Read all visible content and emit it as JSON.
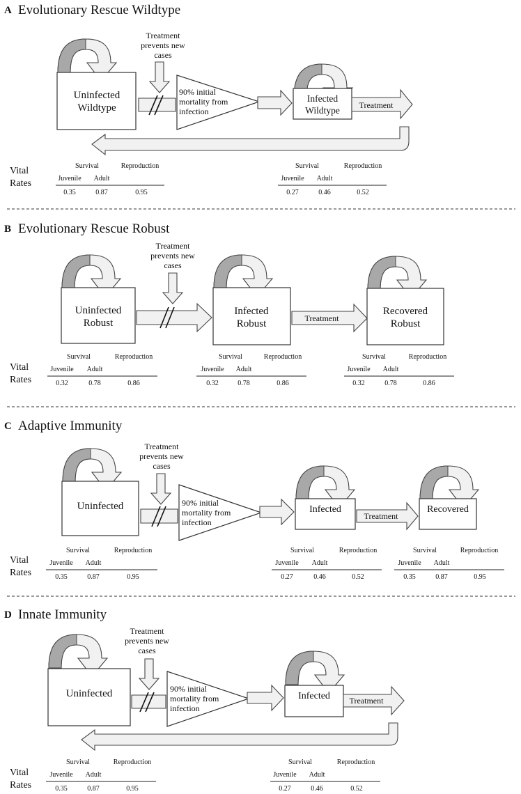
{
  "panels": [
    {
      "letter": "A",
      "title": "Evolutionary Rescue Wildtype",
      "treatment_block": [
        "Treatment",
        "prevents new",
        "cases"
      ],
      "mortality": [
        "90% initial",
        "mortality from",
        "infection"
      ],
      "box1": [
        "Uninfected",
        "Wildtype"
      ],
      "box2": [
        "Infected",
        "Wildtype"
      ],
      "treatment_arrow": "Treatment",
      "rates": [
        {
          "survival": "Survival",
          "reproduction": "Reproduction",
          "juvenile": "Juvenile",
          "adult": "Adult",
          "values": [
            "0.35",
            "0.87",
            "0.95"
          ]
        },
        {
          "survival": "Survival",
          "reproduction": "Reproduction",
          "juvenile": "Juvenile",
          "adult": "Adult",
          "values": [
            "0.27",
            "0.46",
            "0.52"
          ]
        }
      ]
    },
    {
      "letter": "B",
      "title": "Evolutionary Rescue Robust",
      "treatment_block": [
        "Treatment",
        "prevents new",
        "cases"
      ],
      "box1": [
        "Uninfected",
        "Robust"
      ],
      "box2": [
        "Infected",
        "Robust"
      ],
      "box3": [
        "Recovered",
        "Robust"
      ],
      "treatment_arrow": "Treatment",
      "rates": [
        {
          "survival": "Survival",
          "reproduction": "Reproduction",
          "juvenile": "Juvenile",
          "adult": "Adult",
          "values": [
            "0.32",
            "0.78",
            "0.86"
          ]
        },
        {
          "survival": "Survival",
          "reproduction": "Reproduction",
          "juvenile": "Juvenile",
          "adult": "Adult",
          "values": [
            "0.32",
            "0.78",
            "0.86"
          ]
        },
        {
          "survival": "Survival",
          "reproduction": "Reproduction",
          "juvenile": "Juvenile",
          "adult": "Adult",
          "values": [
            "0.32",
            "0.78",
            "0.86"
          ]
        }
      ]
    },
    {
      "letter": "C",
      "title": "Adaptive Immunity",
      "treatment_block": [
        "Treatment",
        "prevents new",
        "cases"
      ],
      "mortality": [
        "90% initial",
        "mortality from",
        "infection"
      ],
      "box1": [
        "Uninfected"
      ],
      "box2": [
        "Infected"
      ],
      "box3": [
        "Recovered"
      ],
      "treatment_arrow": "Treatment",
      "rates": [
        {
          "survival": "Survival",
          "reproduction": "Reproduction",
          "juvenile": "Juvenile",
          "adult": "Adult",
          "values": [
            "0.35",
            "0.87",
            "0.95"
          ]
        },
        {
          "survival": "Survival",
          "reproduction": "Reproduction",
          "juvenile": "Juvenile",
          "adult": "Adult",
          "values": [
            "0.27",
            "0.46",
            "0.52"
          ]
        },
        {
          "survival": "Survival",
          "reproduction": "Reproduction",
          "juvenile": "Juvenile",
          "adult": "Adult",
          "values": [
            "0.35",
            "0.87",
            "0.95"
          ]
        }
      ]
    },
    {
      "letter": "D",
      "title": "Innate Immunity",
      "treatment_block": [
        "Treatment",
        "prevents new",
        "cases"
      ],
      "mortality": [
        "90% initial",
        "mortality from",
        "infection"
      ],
      "box1": [
        "Uninfected"
      ],
      "box2": [
        "Infected"
      ],
      "treatment_arrow": "Treatment",
      "rates": [
        {
          "survival": "Survival",
          "reproduction": "Reproduction",
          "juvenile": "Juvenile",
          "adult": "Adult",
          "values": [
            "0.35",
            "0.87",
            "0.95"
          ]
        },
        {
          "survival": "Survival",
          "reproduction": "Reproduction",
          "juvenile": "Juvenile",
          "adult": "Adult",
          "values": [
            "0.27",
            "0.46",
            "0.52"
          ]
        }
      ]
    }
  ],
  "vital_rates_label": [
    "Vital",
    "Rates"
  ]
}
